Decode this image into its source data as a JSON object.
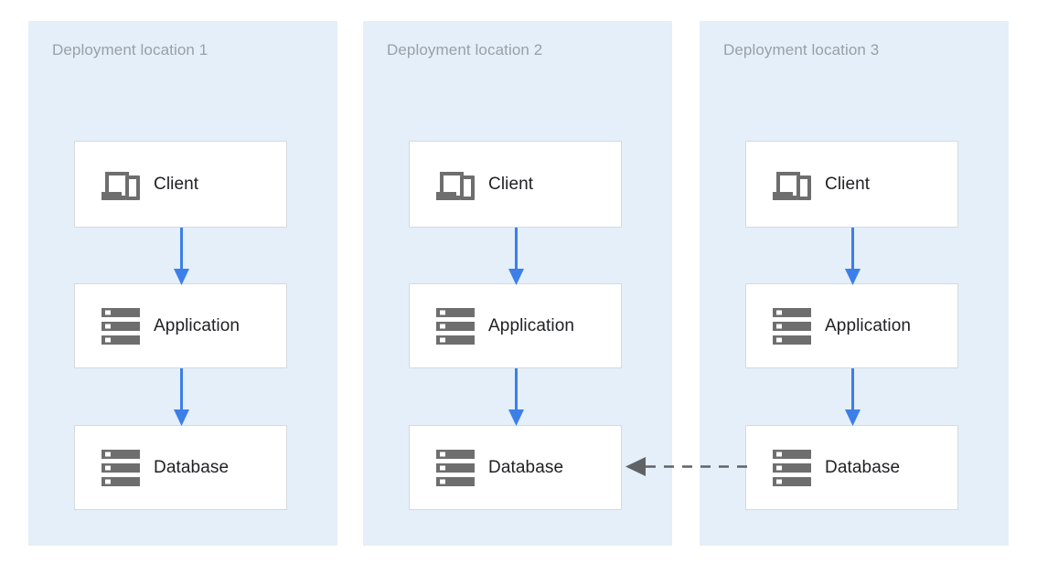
{
  "diagram": {
    "title_text_color": "#9aa0a6",
    "panel_color": "#e4eff9",
    "box_border_color": "#d6dadd",
    "arrow_color": "#3c7fe8",
    "dashed_arrow_color": "#5f6368",
    "icon_color": "#6e6e6e",
    "locations": [
      {
        "title": "Deployment location 1",
        "nodes": [
          {
            "label": "Client",
            "icon": "devices-icon"
          },
          {
            "label": "Application",
            "icon": "server-rack-icon"
          },
          {
            "label": "Database",
            "icon": "server-rack-icon"
          }
        ]
      },
      {
        "title": "Deployment location 2",
        "nodes": [
          {
            "label": "Client",
            "icon": "devices-icon"
          },
          {
            "label": "Application",
            "icon": "server-rack-icon"
          },
          {
            "label": "Database",
            "icon": "server-rack-icon"
          }
        ]
      },
      {
        "title": "Deployment location 3",
        "nodes": [
          {
            "label": "Client",
            "icon": "devices-icon"
          },
          {
            "label": "Application",
            "icon": "server-rack-icon"
          },
          {
            "label": "Database",
            "icon": "server-rack-icon"
          }
        ]
      }
    ],
    "connections": {
      "vertical_label": "",
      "replication_label": ""
    }
  }
}
